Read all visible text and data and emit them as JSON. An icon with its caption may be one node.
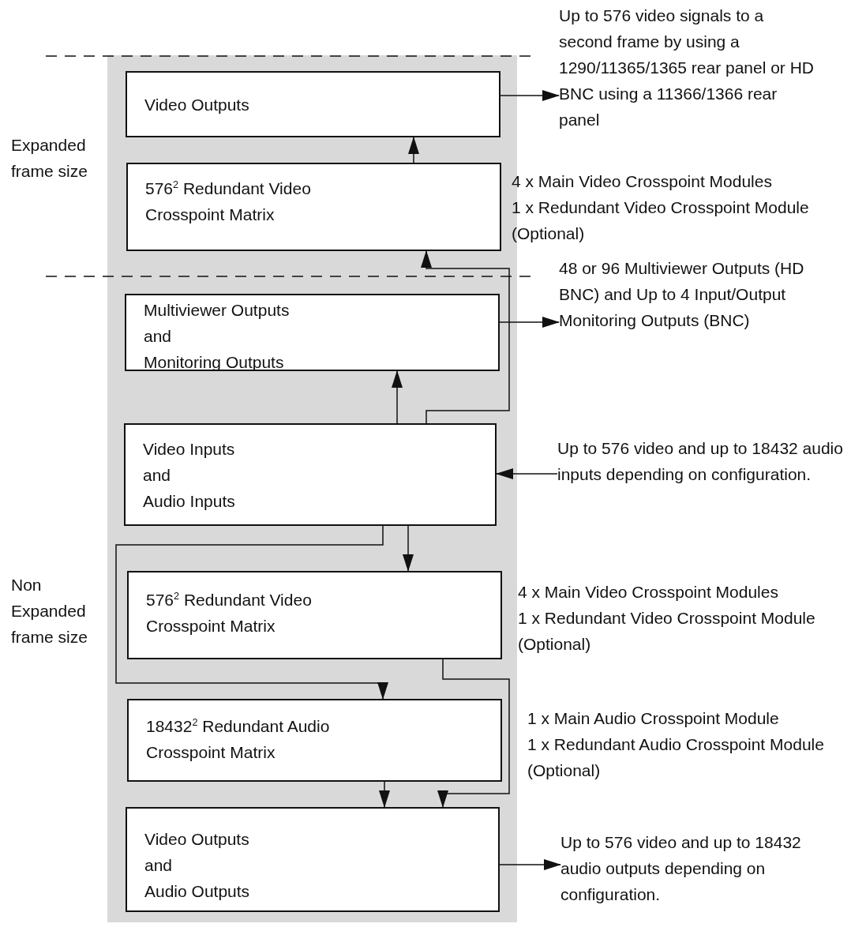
{
  "diagram": {
    "nodes": [
      {
        "text": [],
        "shape": "box"
      },
      {
        "text": [
          "Video Outputs"
        ],
        "in": 0
      },
      {
        "text": [
          "576$^{2}$ Redundant Video Crosspoint Matrix"
        ],
        "in": 0,
        "beside": [
          "4 x Main Video Crosspoint Modules",
          "1 x Redundant Video Crosspoint Module (Optional)"
        ]
      },
      {
        "text": [
          "Multiviewer Outputs",
          "and",
          "Monitoring Outputs"
        ],
        "in": 0
      },
      {
        "text": [
          "Video Inputs",
          "and",
          "Audio Inputs"
        ],
        "in": 0
      },
      {
        "text": [
          "576$^{2}$ Redundant Video Crosspoint Matrix"
        ],
        "in": 0,
        "beside": [
          "4 x Main Video Crosspoint Modules",
          "1 x Redundant Video Crosspoint Module (Optional)"
        ]
      },
      {
        "text": [
          "18432$^{2}$ Redundant Audio Crosspoint Matrix"
        ],
        "in": 0,
        "beside": [
          "1 x Main Audio Crosspoint Module",
          "1 x Redundant Audio Crosspoint Module (Optional)"
        ]
      },
      {
        "text": [
          "Video Outputs",
          "and",
          "Audio Outputs"
        ],
        "in": 0
      },
      {
        "text": [
          "Up to 576 video signals to a second frame by using a 1290/11365/1365 rear panel or HD BNC using a 11366/1366 rear panel"
        ]
      },
      {
        "text": [
          "48 or 96 Multiviewer Outputs (HD BNC) and Up to 4 Input/Output Monitoring Outputs (BNC)"
        ]
      },
      {
        "text": [
          "Up to 576 video and up to 18432 audio inputs depending on configuration."
        ]
      },
      {
        "text": [
          "Up to 576 video and up to 18432 audio outputs depending on configuration."
        ]
      }
    ],
    "edges": [
      {
        "from": 1,
        "to": 8,
        "arrow": "to"
      },
      {
        "from": 2,
        "to": 1,
        "arrow": "to"
      },
      {
        "from": 4,
        "to": 2,
        "arrow": "to"
      },
      {
        "from": 4,
        "to": 3,
        "arrow": "to"
      },
      {
        "from": 3,
        "to": 9,
        "arrow": "to"
      },
      {
        "from": 10,
        "to": 4,
        "arrow": "to"
      },
      {
        "from": 4,
        "to": 5,
        "arrow": "to"
      },
      {
        "from": 4,
        "to": 6,
        "arrow": "to"
      },
      {
        "from": 6,
        "to": 7,
        "arrow": "to"
      },
      {
        "from": 5,
        "to": 7,
        "arrow": "to"
      },
      {
        "from": 7,
        "to": 11,
        "arrow": "to"
      }
    ],
    "labels": [
      "Expanded frame size",
      "Non Expanded frame size"
    ]
  }
}
